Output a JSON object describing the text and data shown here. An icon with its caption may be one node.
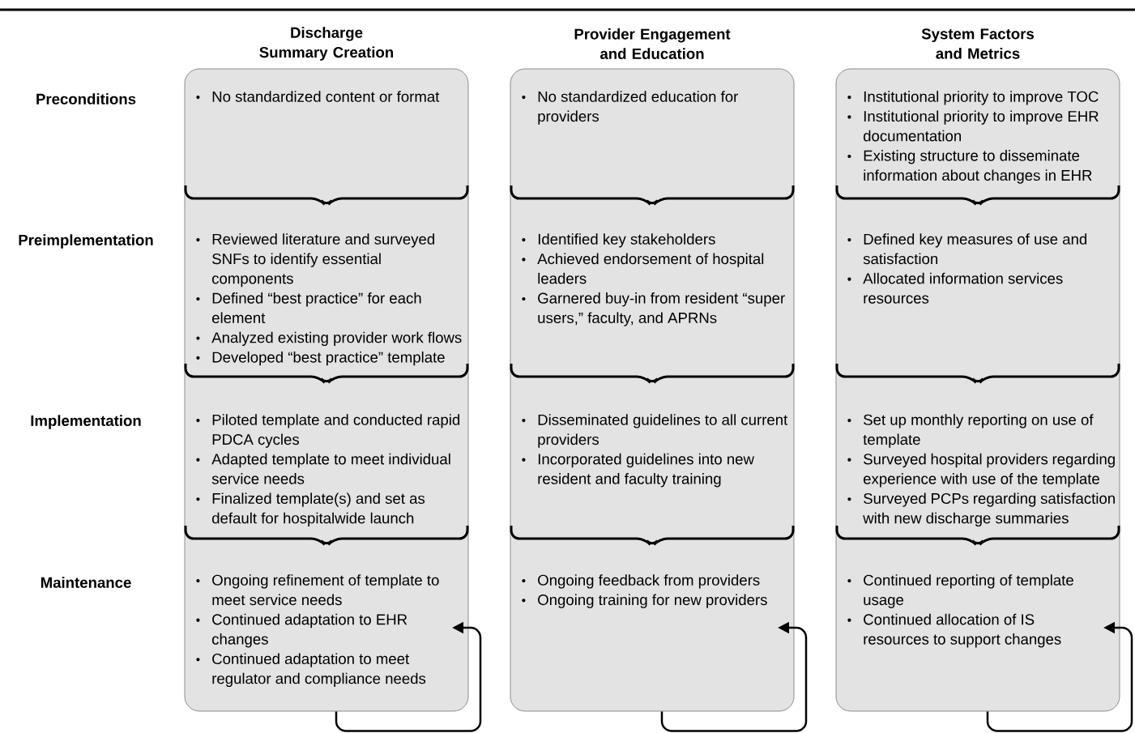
{
  "diagram": {
    "nodes": [
      {
        "text": [
          "No standardized content or format"
        ]
      },
      {
        "text": [
          "No standardized education for providers"
        ]
      },
      {
        "text": [
          "Institutional priority to improve TOC",
          "Institutional priority to improve EHR documentation",
          "Existing structure to disseminate information about changes in EHR"
        ]
      },
      {
        "text": [
          "Reviewed literature and surveyed SNFs to identify essential components",
          "Defined “best practice” for each element",
          "Analyzed existing provider work flows",
          "Developed “best practice” template"
        ]
      },
      {
        "text": [
          "Identified key stakeholders",
          "Achieved endorsement of hospital leaders",
          "Garnered buy-in from resident “super users,” faculty, and APRNs"
        ]
      },
      {
        "text": [
          "Defined key measures of use and satisfaction",
          "Allocated information services resources"
        ]
      },
      {
        "text": [
          "Piloted template and conducted rapid PDCA cycles",
          "Adapted template to meet individual service needs",
          "Finalized template(s) and set as default for hospitalwide launch"
        ]
      },
      {
        "text": [
          "Disseminated guidelines to all current providers",
          "Incorporated guidelines into new resident and faculty training"
        ]
      },
      {
        "text": [
          "Set up monthly reporting on use of template",
          "Surveyed hospital providers regarding experience with use of the template",
          "Surveyed PCPs regarding satisfaction with new discharge summaries"
        ]
      },
      {
        "text": [
          "Ongoing refinement of template to meet service needs",
          "Continued adaptation to EHR changes",
          "Continued adaptation to meet regulator and compliance needs"
        ]
      },
      {
        "text": [
          "Ongoing feedback from providers",
          "Ongoing training for new providers"
        ]
      },
      {
        "text": [
          "Continued reporting of template usage",
          "Continued allocation of IS resources to support changes"
        ]
      }
    ],
    "edges": [
      {
        "from": 9,
        "to": 9,
        "arrow": "to"
      },
      {
        "from": 10,
        "to": 10,
        "arrow": "to"
      },
      {
        "from": 11,
        "to": 11,
        "arrow": "to"
      }
    ],
    "labels": [
      "Discharge Summary Creation",
      "Provider Engagement and Education",
      "System Factors and Metrics",
      "Preconditions",
      "Preimplementation",
      "Implementation",
      "Maintenance"
    ]
  }
}
